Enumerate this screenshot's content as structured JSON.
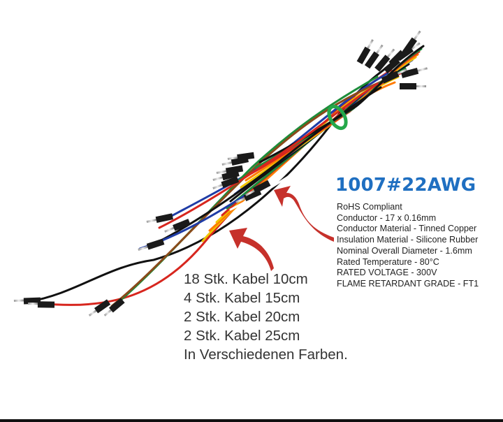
{
  "product": {
    "title": "1007#22AWG",
    "specs": [
      "RoHS Compliant",
      "Conductor - 17 x 0.16mm",
      "Conductor Material - Tinned Copper",
      "Insulation Material - Silicone Rubber",
      "Nominal Overall Diameter - 1.6mm",
      "Rated Temperature -  80°C",
      "RATED VOLTAGE  - 300V",
      "FLAME RETARDANT GRADE - FT1"
    ],
    "counts": [
      "18 Stk. Kabel 10cm",
      "4 Stk. Kabel 15cm",
      "2 Stk. Kabel 20cm",
      "2 Stk. Kabel 25cm",
      "In Verschiedenen Farben."
    ]
  },
  "colors": {
    "title": "#1f6fc1",
    "arrow": "#c6312b",
    "wires": [
      "#111111",
      "#d7261e",
      "#f0c400",
      "#1c8d3a",
      "#1f3ca6",
      "#ff7b00",
      "#8a4a1a",
      "#ffffff"
    ],
    "tie": "#24a84a"
  }
}
